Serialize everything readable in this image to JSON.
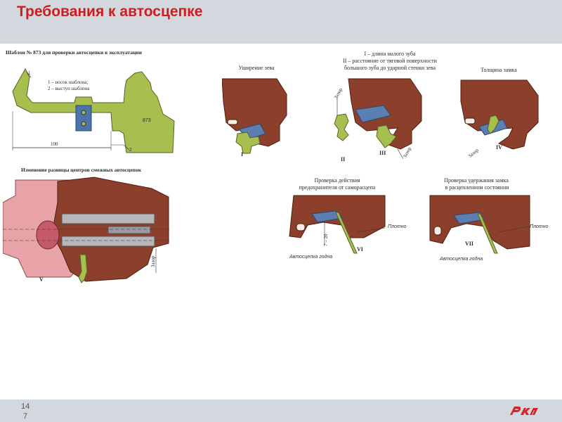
{
  "header": {
    "title": "Требования к автосцепке"
  },
  "footer": {
    "page_number_line1": "14",
    "page_number_line2": "7"
  },
  "template_diagram": {
    "heading": "Шаблон № 873 для проверки автосцепки в эксплуатации",
    "legend_1": "1 – носок шаблона;",
    "legend_2": "2 – выступ шаблона",
    "marker_1": "1",
    "marker_2": "2",
    "body_label": "873",
    "dimension": "100"
  },
  "offset_diagram": {
    "heading": "Изменение разницы центров смежных автосцепок",
    "gap_label": "Зазор",
    "numeral": "V"
  },
  "top_right": {
    "legend_line1": "I – длина малого зуба",
    "legend_line2": "II – расстояние от тяговой поверхности",
    "legend_line3": "большого зуба до ударной стенки зева",
    "caption_widening": "Уширение зева",
    "caption_thickness": "Толщина замка",
    "gap_label": "Зазор",
    "numeral_1": "I",
    "numeral_2": "II",
    "numeral_3": "III",
    "numeral_4": "IV"
  },
  "bottom_checks": {
    "check_safety_line1": "Проверка действия",
    "check_safety_line2": "предохранителя от саморасцепа",
    "check_hold_line1": "Проверка удержания замка",
    "check_hold_line2": "в расцепленном состоянии",
    "tight_label": "Плотно",
    "ok_label": "Автосцепка годна",
    "range_label": "7 – 20",
    "numeral_6": "VI",
    "numeral_7": "VII"
  },
  "colors": {
    "title_red": "#cc1e1e",
    "bar_gray": "#d3d7de",
    "coupler_brown": "#8c3f2a",
    "template_green": "#a7bf4f",
    "lock_blue": "#5b7fb3",
    "housing_pink": "#e8a3a8"
  },
  "icons": {
    "logo": "rzd-logo"
  }
}
